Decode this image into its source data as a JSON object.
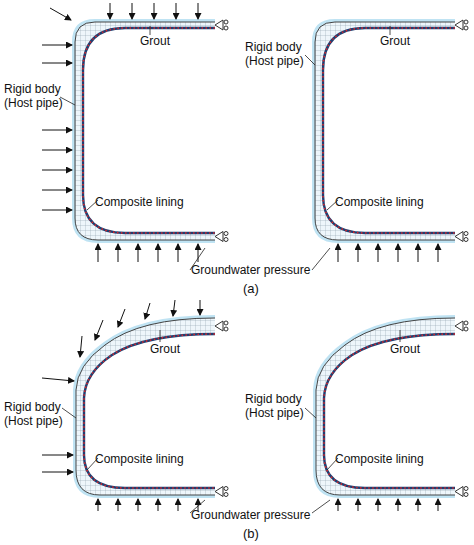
{
  "diagram": {
    "labels": [
      "Grout",
      "Rigid body (Host pipe)",
      "Composite lining",
      "Grout",
      "Rigid body (Host pipe)",
      "Composite lining",
      "Groundwater pressure",
      "(a)",
      "Grout",
      "Rigid body (Host pipe)",
      "Composite lining",
      "Grout",
      "Rigid body (Host pipe)",
      "Composite lining",
      "Groundwater pressure",
      "(b)"
    ]
  }
}
